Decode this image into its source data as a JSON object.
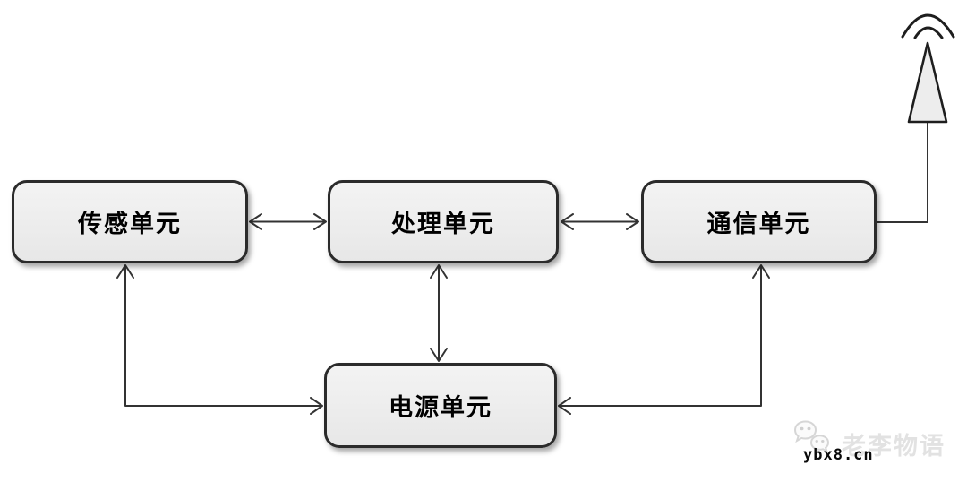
{
  "diagram": {
    "type": "block-diagram",
    "nodes": {
      "sensing": {
        "label": "传感单元"
      },
      "processing": {
        "label": "处理单元"
      },
      "communication": {
        "label": "通信单元"
      },
      "power": {
        "label": "电源单元"
      }
    },
    "edges": [
      {
        "from": "sensing",
        "to": "processing",
        "style": "double-arrow-straight"
      },
      {
        "from": "processing",
        "to": "communication",
        "style": "double-arrow-straight"
      },
      {
        "from": "processing",
        "to": "power",
        "style": "double-arrow-straight"
      },
      {
        "from": "power",
        "to": "sensing",
        "style": "double-arrow-elbow"
      },
      {
        "from": "power",
        "to": "communication",
        "style": "double-arrow-elbow"
      },
      {
        "from": "communication",
        "to": "antenna",
        "style": "plain-line"
      }
    ],
    "icons": {
      "antenna": "antenna-icon"
    }
  },
  "watermark": {
    "icon": "wechat-icon",
    "brand": "老李物语",
    "site": "ybx8.cn"
  },
  "colors": {
    "background": "#ffffff",
    "box_fill": "#eeeeee",
    "box_border": "#2b2b2b",
    "line": "#333333",
    "watermark_gray": "#e2e2e2",
    "site_text": "#0a0a0a"
  }
}
